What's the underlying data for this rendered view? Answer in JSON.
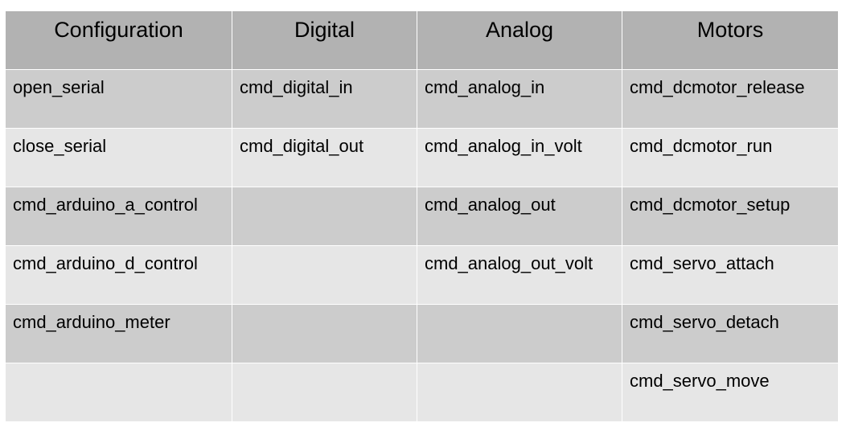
{
  "table": {
    "headers": [
      "Configuration",
      "Digital",
      "Analog",
      "Motors"
    ],
    "rows": [
      [
        "open_serial",
        "cmd_digital_in",
        "cmd_analog_in",
        "cmd_dcmotor_release"
      ],
      [
        "close_serial",
        "cmd_digital_out",
        "cmd_analog_in_volt",
        "cmd_dcmotor_run"
      ],
      [
        "cmd_arduino_a_control",
        "",
        "cmd_analog_out",
        "cmd_dcmotor_setup"
      ],
      [
        "cmd_arduino_d_control",
        "",
        "cmd_analog_out_volt",
        "cmd_servo_attach"
      ],
      [
        "cmd_arduino_meter",
        "",
        "",
        "cmd_servo_detach"
      ],
      [
        "",
        "",
        "",
        "cmd_servo_move"
      ]
    ]
  },
  "colors": {
    "header_bg": "#b2b2b2",
    "row_dark_bg": "#cccccc",
    "row_light_bg": "#e6e6e6",
    "border": "#ffffff"
  }
}
